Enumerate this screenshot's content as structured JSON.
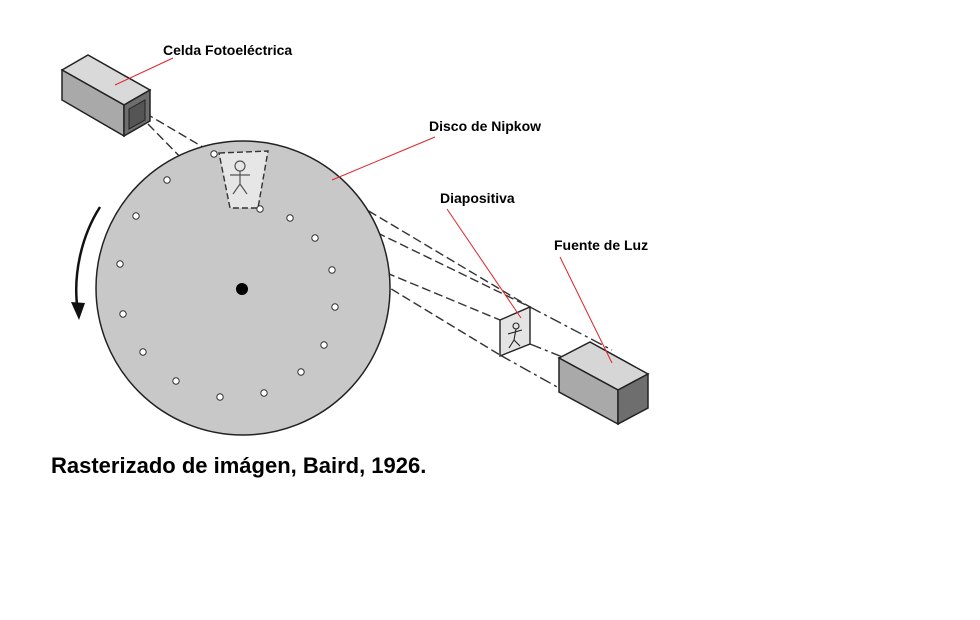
{
  "labels": {
    "photocell": "Celda Fotoeléctrica",
    "disk": "Disco de Nipkow",
    "slide": "Diapositiva",
    "light_source": "Fuente de Luz"
  },
  "caption": "Rasterizado de imágen, Baird, 1926.",
  "colors": {
    "disk_fill": "#c8c8c8",
    "leader_line": "#e0242a",
    "outline": "#222222",
    "box_light": "#d8d8d8",
    "box_mid": "#a9a9a9",
    "box_dark": "#6e6e6e"
  },
  "disk": {
    "hole_count": 16,
    "rotation": "counter-clockwise"
  }
}
